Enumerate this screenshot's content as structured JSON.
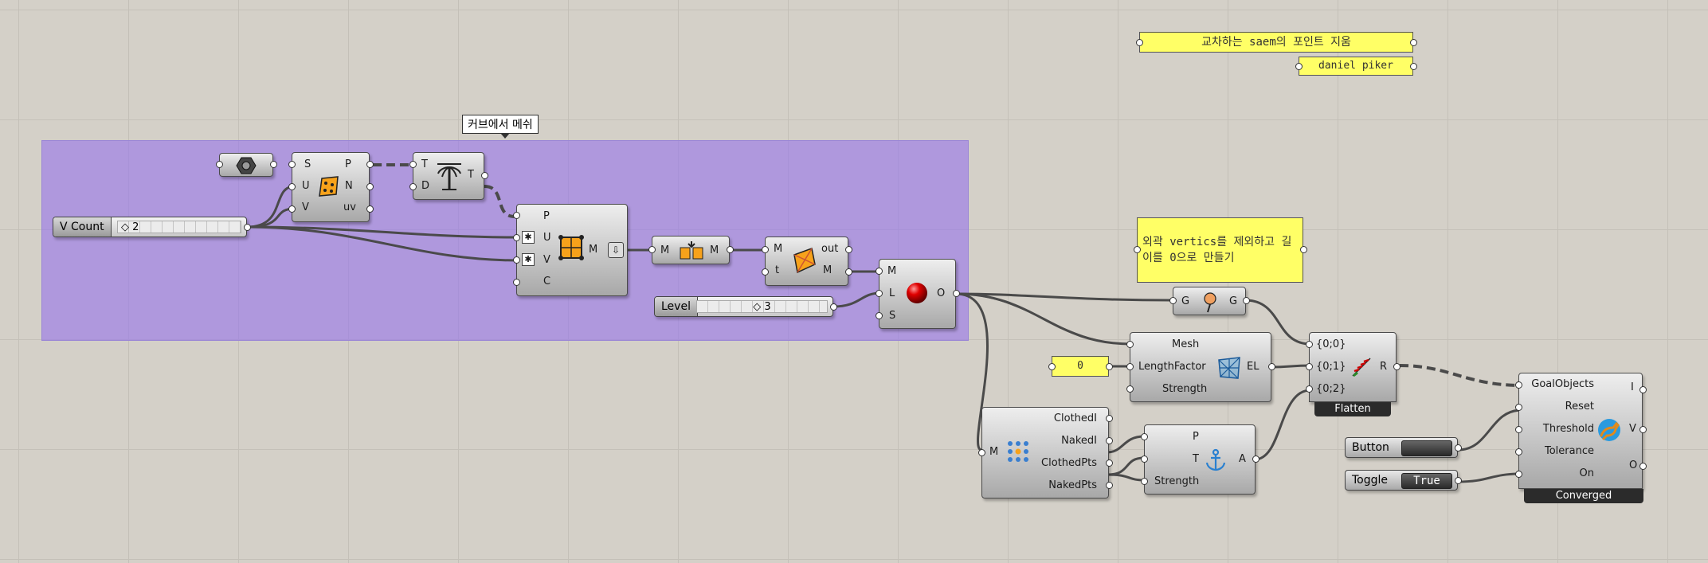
{
  "group": {
    "label": "커브에서 메쉬"
  },
  "notes": {
    "korean_note": "교차하는 saem의 포인트 지움",
    "author_note": "daniel piker",
    "vertex_note": "외곽 vertics를 제외하고 길이를 0으로 만들기",
    "length_value": "0"
  },
  "sliders": {
    "v_count": {
      "label": "V Count",
      "value": "◇ 2"
    },
    "level": {
      "label": "Level",
      "value": "◇ 3"
    }
  },
  "surface_frame": {
    "inputs": [
      "S",
      "U",
      "V"
    ],
    "outputs": [
      "P",
      "N",
      "uv"
    ],
    "icon": "surface-frame-icon"
  },
  "transform": {
    "inputs": [
      "T",
      "D"
    ],
    "outputs": [
      "T"
    ],
    "icon": "palm-tree-icon"
  },
  "mesh_surface": {
    "inputs": [
      "P",
      "U",
      "V",
      "C"
    ],
    "outputs": [
      "M"
    ],
    "icon": "mesh-surface-icon"
  },
  "mesh_join": {
    "inputs": [
      "M"
    ],
    "outputs": [
      "M"
    ],
    "icon": "mesh-join-icon"
  },
  "triangulate": {
    "inputs": [
      "M",
      "t"
    ],
    "outputs": [
      "out",
      "M"
    ],
    "icon": "triangulate-icon"
  },
  "subdivide": {
    "inputs": [
      "M",
      "L",
      "S"
    ],
    "outputs": [
      "O"
    ],
    "icon": "red-sphere-icon"
  },
  "anchor_goal": {
    "inputs": [
      "G"
    ],
    "outputs": [
      "G"
    ],
    "icon": "pin-icon"
  },
  "length_goal": {
    "inputs": [
      "Mesh",
      "LengthFactor",
      "Strength"
    ],
    "outputs": [
      "EL"
    ],
    "icon": "mesh-length-icon"
  },
  "flatten": {
    "inputs": [
      "{0;0}",
      "{0;1}",
      "{0;2}"
    ],
    "outputs": [
      "R"
    ],
    "caption": "Flatten",
    "icon": "flatten-icon"
  },
  "naked_vertices": {
    "inputs": [
      "M"
    ],
    "outputs": [
      "ClothedI",
      "NakedI",
      "ClothedPts",
      "NakedPts"
    ],
    "icon": "vertices-icon"
  },
  "anchor": {
    "inputs": [
      "P",
      "T",
      "Strength"
    ],
    "outputs": [
      "A"
    ],
    "icon": "anchor-icon"
  },
  "kangaroo_solver": {
    "inputs": [
      "GoalObjects",
      "Reset",
      "Threshold",
      "Tolerance",
      "On"
    ],
    "outputs": [
      "I",
      "V",
      "O"
    ],
    "caption": "Converged",
    "icon": "kangaroo-icon"
  },
  "button": {
    "label": "Button"
  },
  "toggle": {
    "label": "Toggle",
    "value": "True"
  },
  "colors": {
    "group_fill": "#9673eb",
    "panel_yellow": "#ffff66",
    "wire": "#4a4a4a",
    "canvas": "#d4d0c8"
  }
}
